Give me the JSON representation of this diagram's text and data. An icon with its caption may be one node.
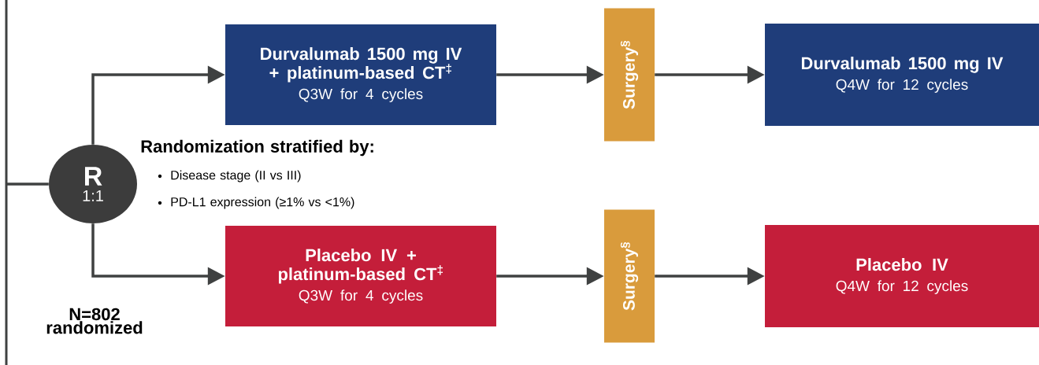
{
  "diagram": {
    "nodes": [
      {
        "text": [
          "R",
          "1:1"
        ]
      },
      {
        "text": [
          "Durvalumab 1500 mg IV + platinum-based CT$^{‡}$",
          "Q3W for 4 cycles"
        ]
      },
      {
        "text": [
          "Surgery$^{§}$"
        ]
      },
      {
        "text": [
          "Durvalumab 1500 mg IV",
          "Q4W for 12 cycles"
        ]
      },
      {
        "text": [
          "Placebo IV + platinum-based CT$^{‡}$",
          "Q3W for 4 cycles"
        ]
      },
      {
        "text": [
          "Surgery$^{§}$"
        ]
      },
      {
        "text": [
          "Placebo IV",
          "Q4W for 12 cycles"
        ]
      }
    ],
    "edges": [
      {
        "from": null,
        "to": 0,
        "arrow": "none"
      },
      {
        "from": 0,
        "to": 1,
        "arrow": "to"
      },
      {
        "from": 1,
        "to": 2,
        "arrow": "to"
      },
      {
        "from": 2,
        "to": 3,
        "arrow": "to"
      },
      {
        "from": 0,
        "to": 4,
        "arrow": "to"
      },
      {
        "from": 4,
        "to": 5,
        "arrow": "to"
      },
      {
        "from": 5,
        "to": 6,
        "arrow": "to"
      }
    ],
    "labels": [
      "Randomization stratified by:",
      "Disease stage (II vs III)",
      "PD-L1 expression (≥1% vs <1%)",
      "N=802 randomized"
    ]
  }
}
